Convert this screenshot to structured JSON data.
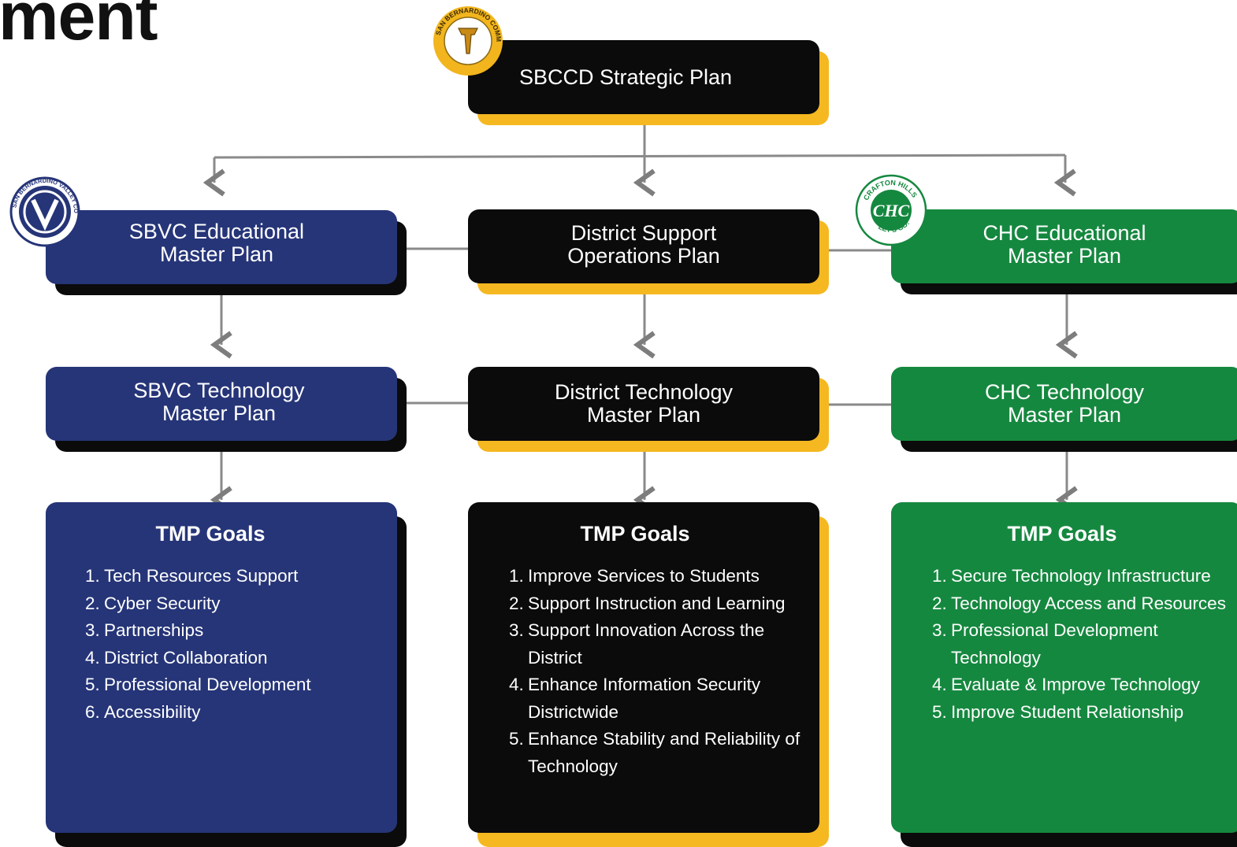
{
  "page": {
    "title_fragment": "ment"
  },
  "top": {
    "label": "SBCCD Strategic Plan"
  },
  "logos": {
    "district": {
      "icon": "sbccd-seal-icon",
      "text": "SAN BERNARDINO COMMUNITY COLLEGE DISTRICT"
    },
    "sbvc": {
      "icon": "sbvc-v-logo-icon",
      "text": "SAN BERNARDINO VALLEY COLLEGE",
      "mark": "V"
    },
    "chc": {
      "icon": "chc-logo-icon",
      "text_top": "CRAFTON HILLS",
      "mark": "CHC",
      "text_bottom": "LET'S GO!"
    }
  },
  "columns": [
    {
      "key": "sbvc",
      "master": {
        "line1": "SBVC Educational",
        "line2": "Master Plan"
      },
      "tech": {
        "line1": "SBVC Technology",
        "line2": "Master Plan"
      },
      "goals": {
        "title": "TMP Goals",
        "items": [
          {
            "num": "1.",
            "text": "Tech Resources Support"
          },
          {
            "num": "2.",
            "text": "Cyber Security"
          },
          {
            "num": "3.",
            "text": "Partnerships"
          },
          {
            "num": "4.",
            "text": "District Collaboration"
          },
          {
            "num": "5.",
            "text": "Professional Development"
          },
          {
            "num": "6.",
            "text": "Accessibility"
          }
        ]
      }
    },
    {
      "key": "district",
      "master": {
        "line1": "District Support",
        "line2": "Operations Plan"
      },
      "tech": {
        "line1": "District Technology",
        "line2": "Master Plan"
      },
      "goals": {
        "title": "TMP Goals",
        "items": [
          {
            "num": "1.",
            "text": "Improve Services to Students"
          },
          {
            "num": "2.",
            "text": "Support Instruction and Learning"
          },
          {
            "num": "3.",
            "text": "Support Innovation Across the District"
          },
          {
            "num": "4.",
            "text": "Enhance Information Security Districtwide"
          },
          {
            "num": "5.",
            "text": "Enhance Stability and Reliability of Technology"
          }
        ]
      }
    },
    {
      "key": "chc",
      "master": {
        "line1": "CHC Educational",
        "line2": "Master Plan"
      },
      "tech": {
        "line1": "CHC Technology",
        "line2": "Master Plan"
      },
      "goals": {
        "title": "TMP Goals",
        "items": [
          {
            "num": "1.",
            "text": "Secure Technology Infrastructure"
          },
          {
            "num": "2.",
            "text": "Technology Access and Resources"
          },
          {
            "num": "3.",
            "text": "Professional Development Technology"
          },
          {
            "num": "4.",
            "text": "Evaluate & Improve Technology"
          },
          {
            "num": "5.",
            "text": "Improve Student Relationship"
          }
        ]
      }
    }
  ],
  "colors": {
    "sbvc_navy": "#263578",
    "district_black": "#0b0b0b",
    "chc_green": "#15883f",
    "accent_yellow": "#f5b820",
    "connector_gray": "#8a8a8a"
  }
}
